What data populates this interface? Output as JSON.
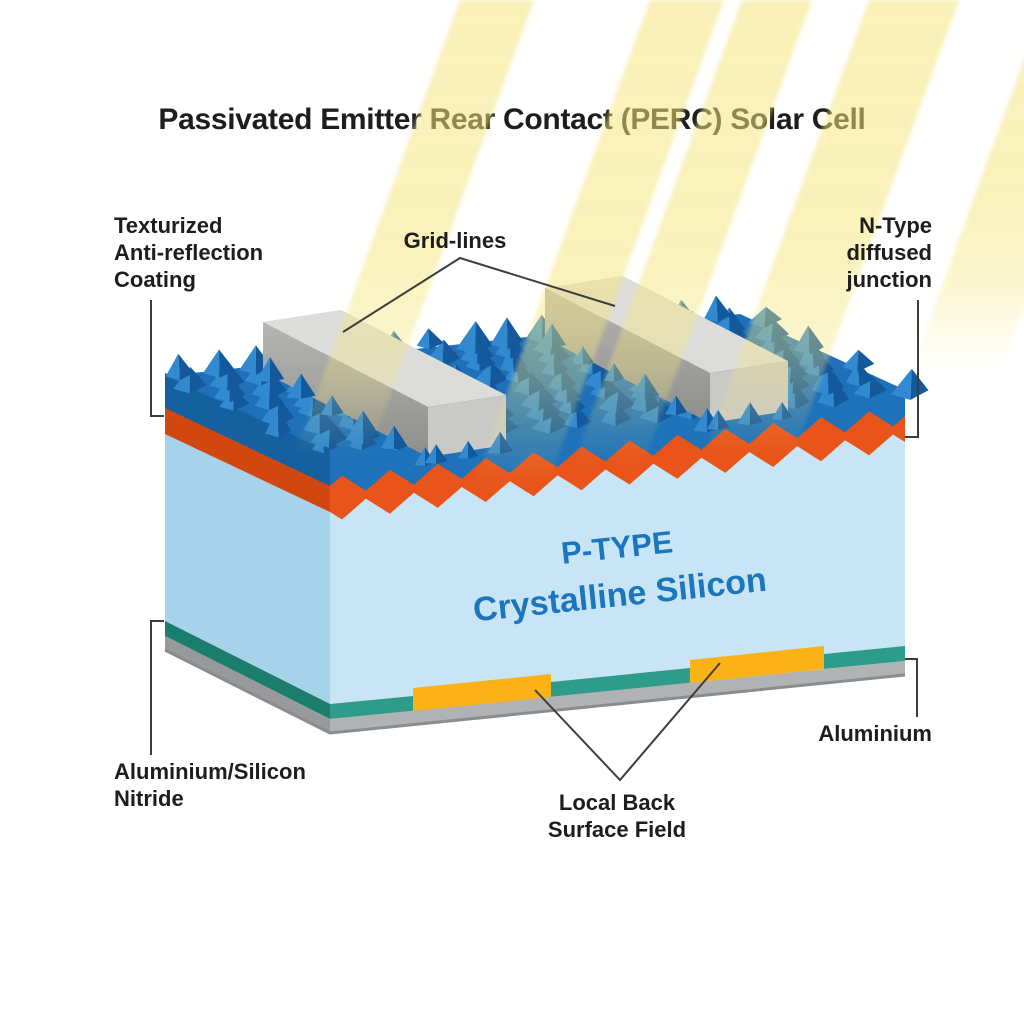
{
  "title": {
    "text": "Passivated Emitter Rear Contact (PERC) Solar Cell"
  },
  "labels": {
    "texturized": {
      "lines": [
        "Texturized",
        "Anti-reflection",
        "Coating"
      ]
    },
    "grid_lines": {
      "text": "Grid-lines"
    },
    "n_type": {
      "lines": [
        "N-Type",
        "diffused",
        "junction"
      ]
    },
    "al_si_nitride": {
      "lines": [
        "Aluminium/Silicon",
        "Nitride"
      ]
    },
    "local_bsf": {
      "lines": [
        "Local Back",
        "Surface Field"
      ]
    },
    "aluminium": {
      "text": "Aluminium"
    }
  },
  "cell": {
    "body_label_line1": "P-TYPE",
    "body_label_line2": "Crystalline Silicon"
  },
  "colors": {
    "page_bg": "#FFFFFF",
    "text": "#1D1D1B",
    "leader": "#3D3D3B",
    "front_body": "#C8E5F5",
    "side_body": "#A6D3E9",
    "front_arc_blue": "#1E72BA",
    "side_arc_blue": "#15609F",
    "front_junction_orange": "#E8541A",
    "side_junction_orange": "#D04810",
    "front_passivation_teal": "#2E9C8B",
    "side_passivation_teal": "#1B7D6B",
    "front_aluminium_gray": "#B0B2B4",
    "side_aluminium_gray": "#97999C",
    "aluminium_edge": "#8A8C8E",
    "lbsf_yellow": "#FBB217",
    "pyramid_base": "#1E70B8",
    "pyramid_light": "#3189CF",
    "pyramid_dark": "#14599B",
    "bar_top": "#DCDCDA",
    "bar_side_light": "#B5B5B3",
    "bar_side_dark": "#8E8E8C",
    "bar_end": "#C9C9C7",
    "bar_back": "#D0D0CE",
    "silicon_text": "#1B76BD",
    "light_beam": "#F5E67E"
  }
}
